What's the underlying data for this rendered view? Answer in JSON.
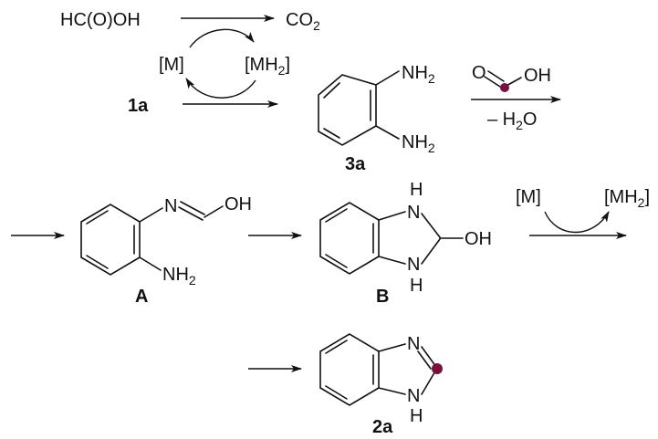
{
  "scheme": {
    "cycle": {
      "reagent": "HC(O)OH",
      "product": "CO",
      "product_sub": "2",
      "catalyst": "[M]",
      "hydride": "[MH",
      "hydride_sub": "2",
      "hydride_close": "]"
    },
    "step1": {
      "label": "1a"
    },
    "diamine": {
      "nh2_top": "NH",
      "nh2_top_sub": "2",
      "nh2_bottom": "NH",
      "nh2_bottom_sub": "2",
      "label": "3a"
    },
    "formic": {
      "O": "O",
      "OH": "OH",
      "minus_water": "– H",
      "water_sub": "2",
      "water_O": "O"
    },
    "intermediate_A": {
      "N": "N",
      "OH": "OH",
      "nh2": "NH",
      "nh2_sub": "2",
      "label": "A"
    },
    "intermediate_B": {
      "NH_top": "H",
      "N_top": "N",
      "N_bottom": "N",
      "NH_bottom": "H",
      "OH": "OH",
      "label": "B"
    },
    "dehydrogenation": {
      "catalyst": "[M]",
      "hydride": "[MH",
      "hydride_sub": "2",
      "hydride_close": "]"
    },
    "product_2a": {
      "N_top": "N",
      "N_bottom": "N",
      "H_bottom": "H",
      "label": "2a"
    },
    "colors": {
      "marker": "#7a1040",
      "ink": "#111111"
    }
  }
}
